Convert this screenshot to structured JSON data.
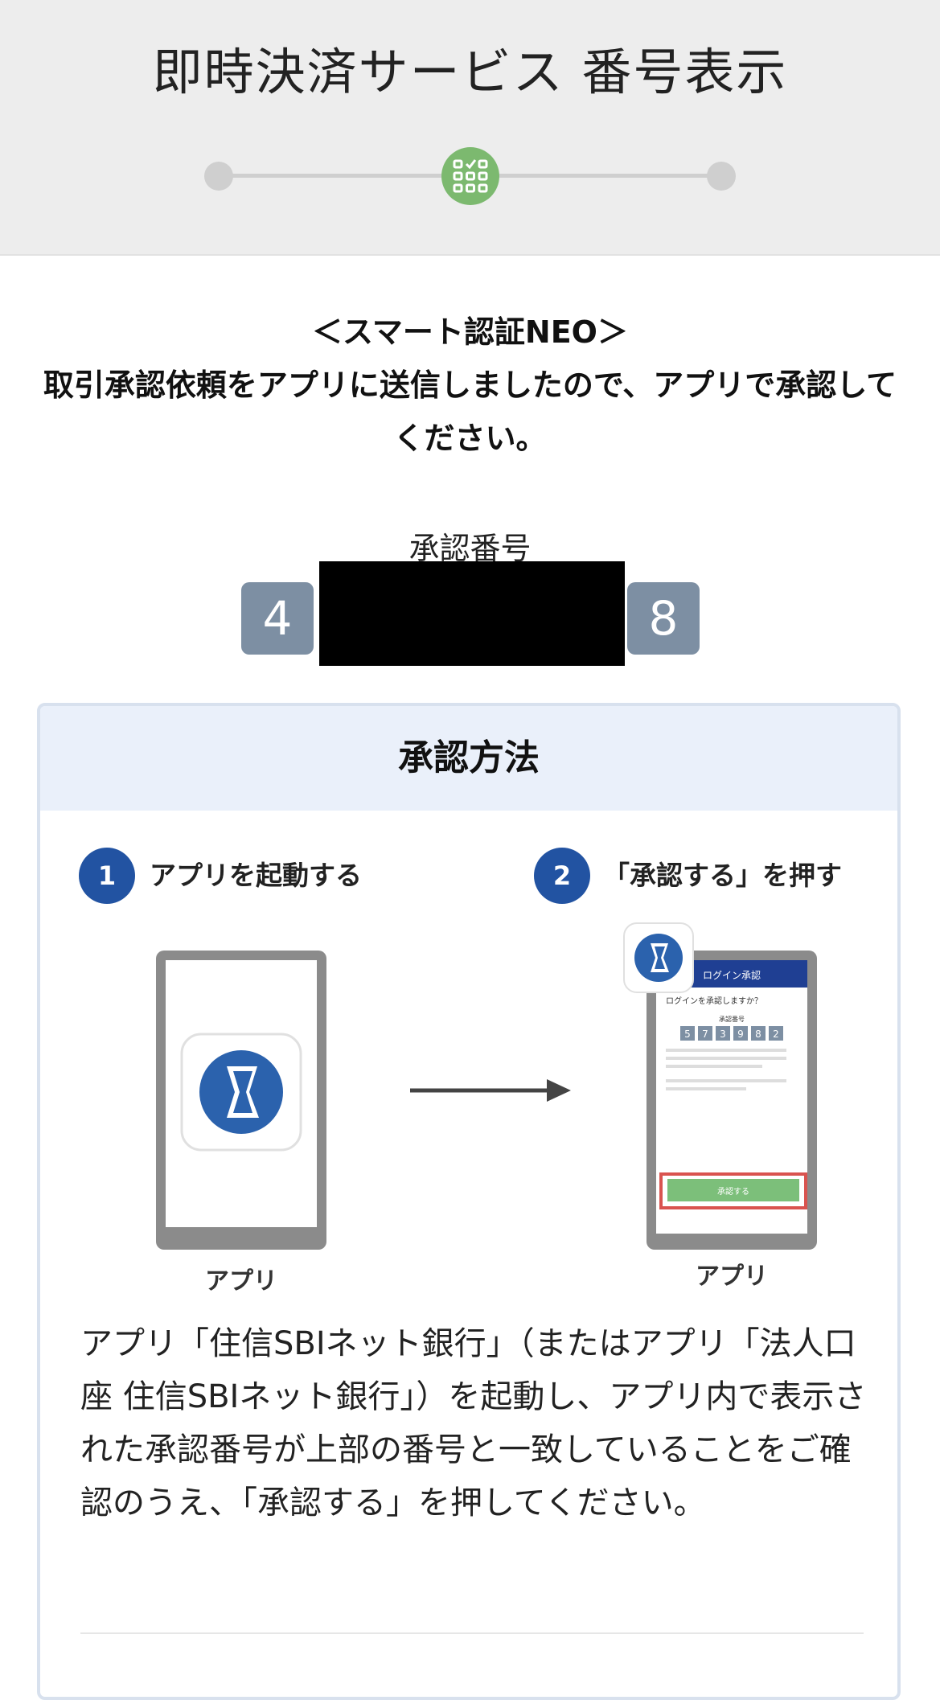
{
  "header": {
    "title": "即時決済サービス 番号表示"
  },
  "intro": {
    "line1": "＜スマート認証NEO＞",
    "line2": "取引承認依頼をアプリに送信しましたので、アプリで承認してください。"
  },
  "approval_number": {
    "label": "承認番号",
    "first_digit": "4",
    "last_digit": "8"
  },
  "method": {
    "title": "承認方法",
    "steps": [
      {
        "number": "1",
        "text": "アプリを起動する",
        "phone_label": "アプリ"
      },
      {
        "number": "2",
        "text": "「承認する」を押す",
        "phone_label": "アプリ"
      }
    ],
    "mock_screen": {
      "header": "ログイン承認",
      "question": "ログインを承認しますか？",
      "number_label": "承認番号",
      "digits": [
        "5",
        "7",
        "3",
        "9",
        "8",
        "2"
      ],
      "button": "承認する"
    },
    "description": "アプリ「住信SBIネット銀行」（またはアプリ「法人口座 住信SBIネット銀行」）を起動し、アプリ内で表示された承認番号が上部の番号と一致していることをご確認のうえ、「承認する」を押してください。"
  },
  "colors": {
    "header_bg": "#ededed",
    "step_active": "#7cb96f",
    "digit_bg": "#7d8fa3",
    "badge": "#2253a2",
    "method_header_bg": "#eaf0fa",
    "approve_button": "#7cbf7a",
    "highlight": "#d9534f"
  }
}
